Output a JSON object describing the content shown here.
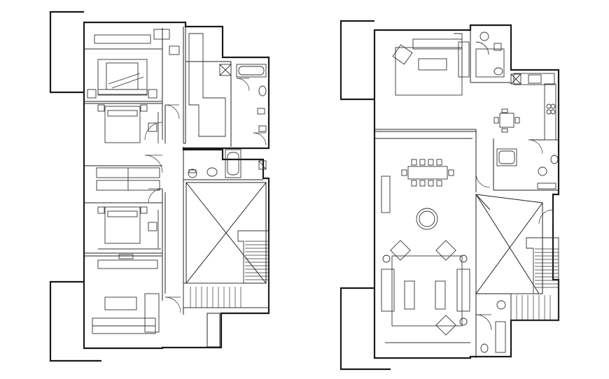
{
  "drawing": {
    "kind": "architectural floor plan",
    "sheets": [
      {
        "id": "left-plan",
        "rooms": [
          "bedroom",
          "bedroom",
          "bedroom",
          "bedroom",
          "bathroom",
          "powder-room",
          "staircase",
          "shaft",
          "passage"
        ]
      },
      {
        "id": "right-plan",
        "rooms": [
          "living",
          "dining",
          "kitchen",
          "breakfast",
          "bathroom",
          "powder-room",
          "staircase",
          "void",
          "balcony"
        ]
      }
    ],
    "line_color": "#1a1a1a",
    "background": "#ffffff"
  }
}
